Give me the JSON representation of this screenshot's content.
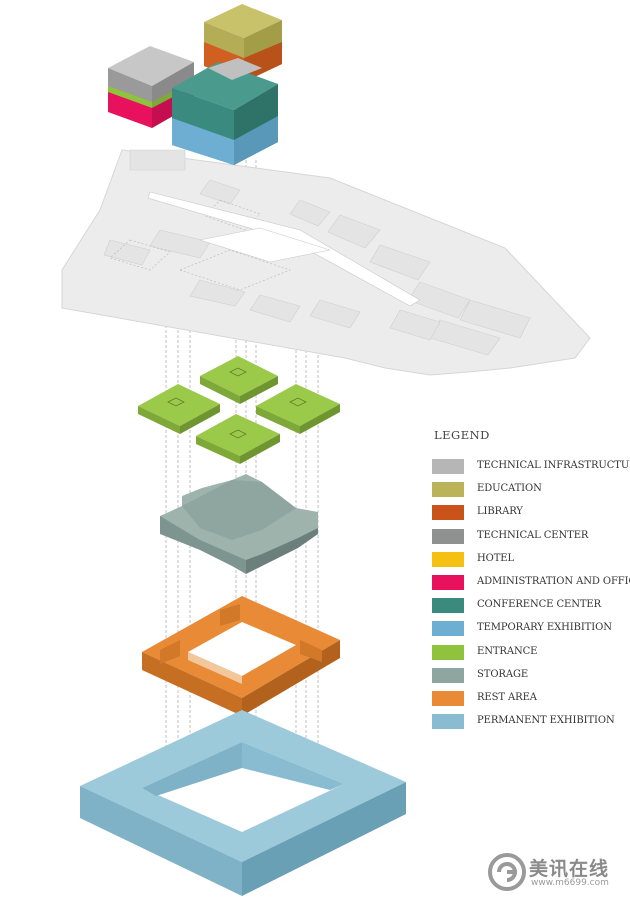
{
  "legend": {
    "title": "LEGEND",
    "items": [
      {
        "label": "TECHNICAL INFRASTRUCTURE",
        "color": "#b6b6b6"
      },
      {
        "label": "EDUCATION",
        "color": "#bab35a"
      },
      {
        "label": "LIBRARY",
        "color": "#c9531a"
      },
      {
        "label": "TECHNICAL CENTER",
        "color": "#8f9090"
      },
      {
        "label": "HOTEL",
        "color": "#f6c012"
      },
      {
        "label": "ADMINISTRATION AND OFFICES",
        "color": "#e8115d"
      },
      {
        "label": "CONFERENCE CENTER",
        "color": "#3a8a7f"
      },
      {
        "label": "TEMPORARY EXHIBITION",
        "color": "#6daed2"
      },
      {
        "label": "ENTRANCE",
        "color": "#8fc23d"
      },
      {
        "label": "STORAGE",
        "color": "#8fa59f"
      },
      {
        "label": "REST AREA",
        "color": "#e98a36"
      },
      {
        "label": "PERMANENT EXHIBITION",
        "color": "#89bcd0"
      }
    ]
  },
  "watermark": {
    "text": "美讯在线",
    "url": "www.m6699.com"
  }
}
